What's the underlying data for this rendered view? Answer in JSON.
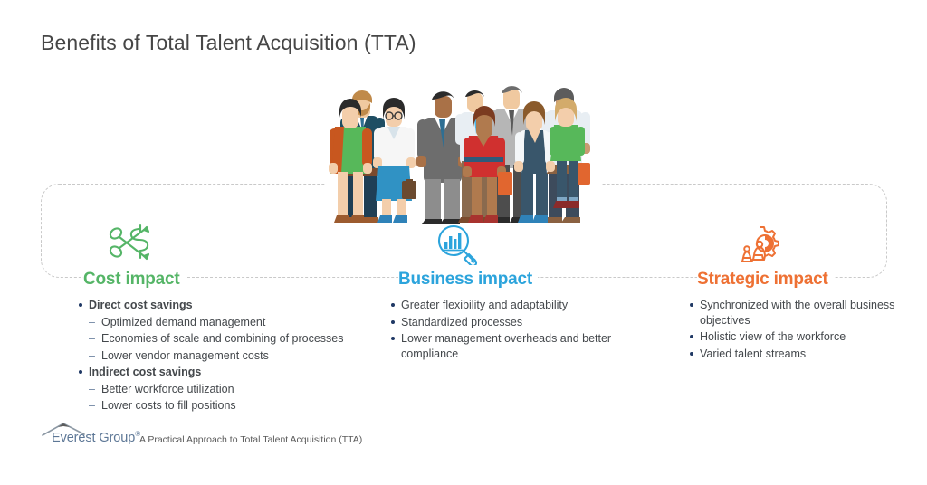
{
  "slide": {
    "title": "Benefits of Total Talent Acquisition (TTA)"
  },
  "illustration": {
    "name": "group-of-business-people-illustration",
    "people_count": 9
  },
  "colors": {
    "cost_green": "#55b567",
    "business_blue": "#2ca4dc",
    "strategic_orange": "#ee7134",
    "bullet_navy": "#1f3864",
    "dash_gray": "#6d83a0",
    "panel_border": "#c9c9c9",
    "title_gray": "#464646",
    "logo_blue": "#5d7796"
  },
  "columns": [
    {
      "id": "cost",
      "icon": "scissors-cutting-dollar-icon",
      "heading": "Cost impact",
      "items": [
        {
          "level": 1,
          "text": "Direct cost savings"
        },
        {
          "level": 2,
          "text": "Optimized demand management"
        },
        {
          "level": 2,
          "text": "Economies of scale and combining of processes"
        },
        {
          "level": 2,
          "text": "Lower vendor management costs"
        },
        {
          "level": 1,
          "text": "Indirect cost savings"
        },
        {
          "level": 2,
          "text": "Better workforce utilization"
        },
        {
          "level": 2,
          "text": "Lower costs to fill positions"
        }
      ]
    },
    {
      "id": "business",
      "icon": "magnifier-over-bar-chart-icon",
      "heading": "Business impact",
      "items": [
        {
          "level": 1,
          "text": "Greater flexibility and adaptability"
        },
        {
          "level": 1,
          "text": "Standardized processes"
        },
        {
          "level": 1,
          "text": "Lower management overheads and better compliance"
        }
      ]
    },
    {
      "id": "strategic",
      "icon": "chess-pieces-gear-icon",
      "heading": "Strategic impact",
      "items": [
        {
          "level": 1,
          "text": "Synchronized with the overall business objectives"
        },
        {
          "level": 1,
          "text": "Holistic view of the workforce"
        },
        {
          "level": 1,
          "text": "Varied talent streams"
        }
      ]
    }
  ],
  "footer": {
    "logo_text": "Everest Group",
    "logo_registered": "®",
    "caption": "A Practical Approach to Total Talent Acquisition (TTA)"
  }
}
